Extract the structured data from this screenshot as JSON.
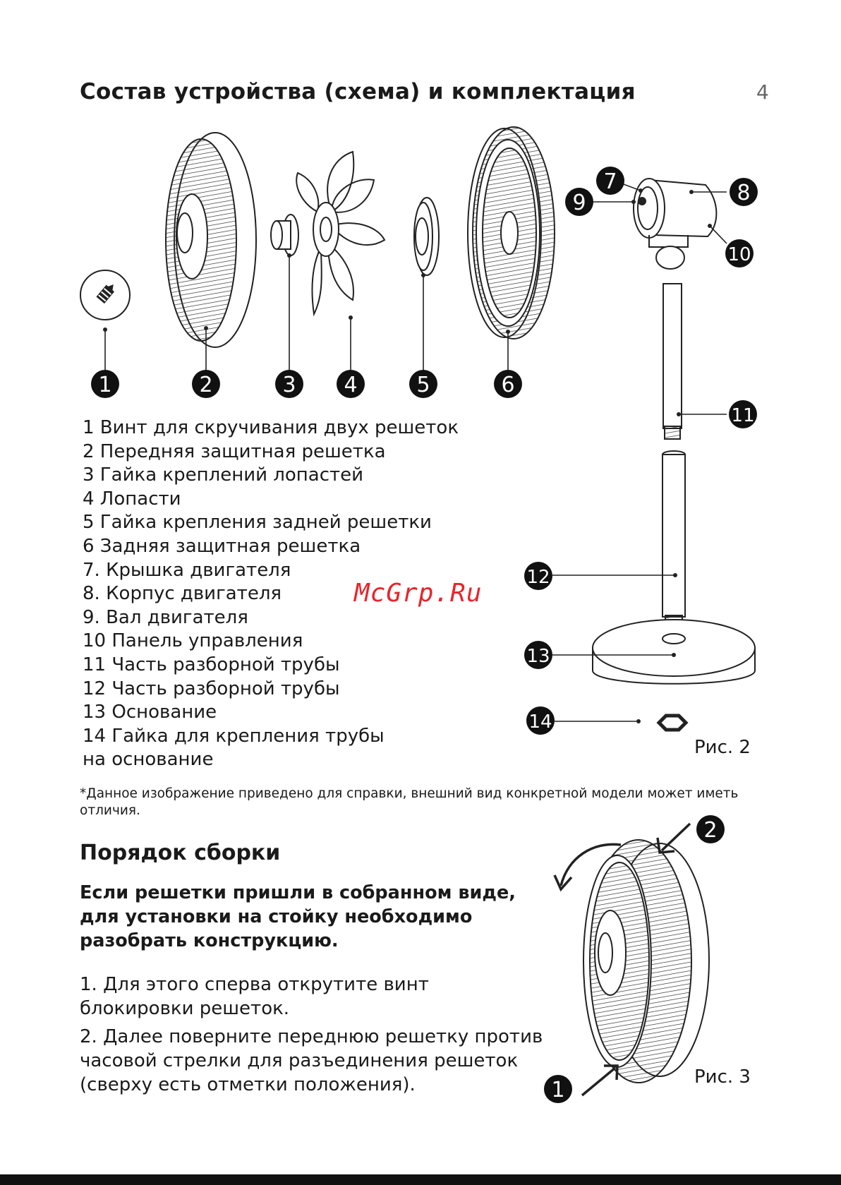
{
  "header": {
    "title": "Состав устройства (схема) и комплектация",
    "page_number": "4"
  },
  "figure2": {
    "callouts": [
      "1",
      "2",
      "3",
      "4",
      "5",
      "6",
      "7",
      "8",
      "9",
      "10",
      "11",
      "12",
      "13",
      "14"
    ],
    "caption": "Рис. 2"
  },
  "parts_list": [
    "1 Винт для скручивания двух решеток",
    "2 Передняя защитная решетка",
    "3 Гайка креплений лопастей",
    "4 Лопасти",
    "5 Гайка крепления задней решетки",
    "6 Задняя защитная решетка",
    "7. Крышка двигателя",
    "8. Корпус двигателя",
    "9. Вал двигателя",
    "10 Панель управления",
    "11 Часть разборной трубы",
    "12 Часть разборной трубы",
    "13 Основание",
    "14 Гайка для крепления трубы",
    "на основание"
  ],
  "watermark": "McGrp.Ru",
  "note": "*Данное изображение приведено для справки, внешний вид  конкретной модели может иметь отличия.",
  "assembly": {
    "heading": "Порядок сборки",
    "lead": "Если решетки пришли в собранном виде, для установки на стойку необходимо разобрать конструкцию.",
    "step1": "1. Для этого сперва открутите винт блокировки решеток.",
    "step2": "2. Далее поверните переднюю решетку против часовой стрелки для разъединения решеток (сверху есть отметки положения).",
    "figure3": {
      "callouts": [
        "1",
        "2"
      ],
      "caption": "Рис. 3"
    }
  }
}
